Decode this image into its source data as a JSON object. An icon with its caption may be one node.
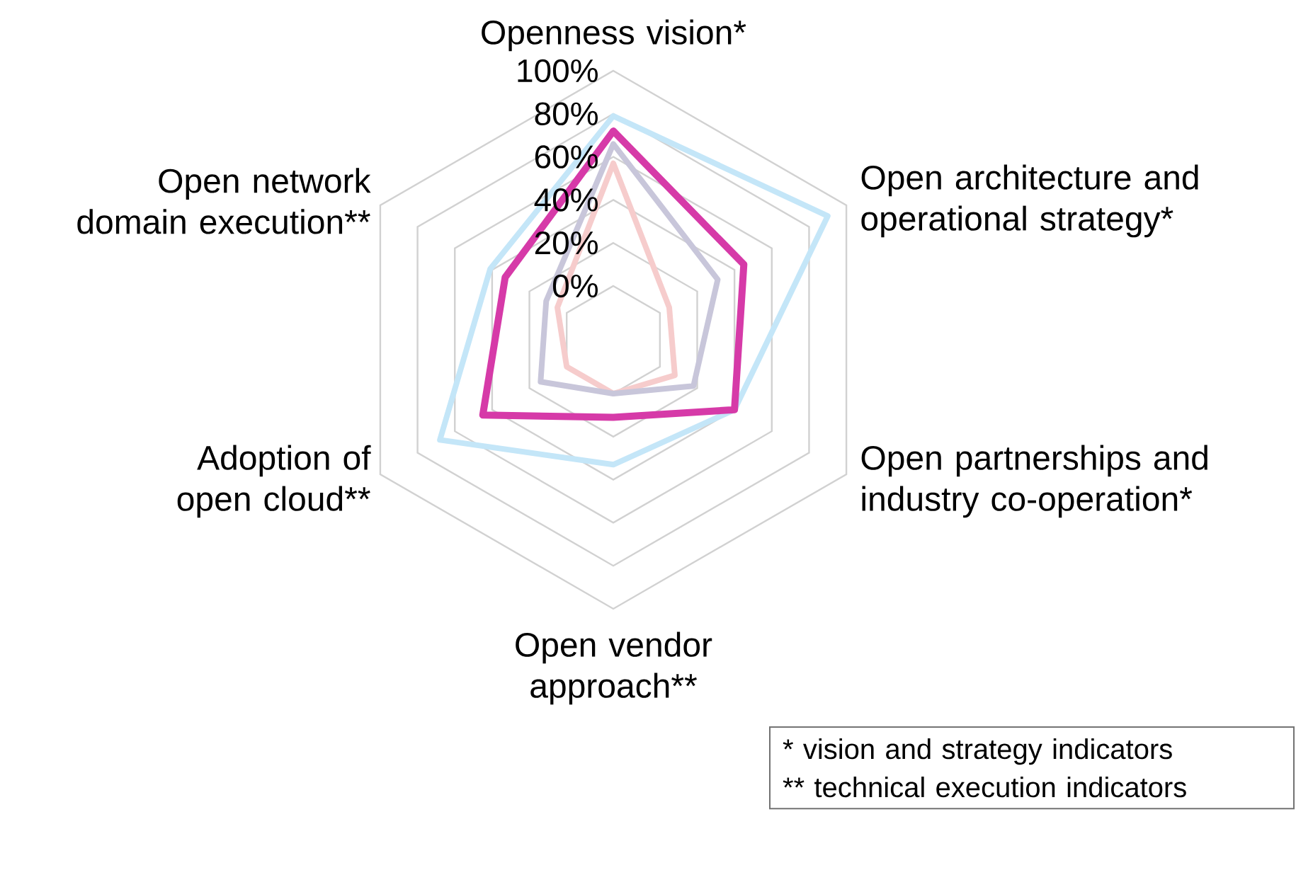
{
  "diagram": {
    "nodes": [
      {
        "text": [
          "* vision and strategy indicators",
          "** technical execution indicators"
        ]
      }
    ],
    "chart_data": {
      "type": "radar",
      "categories": [
        "Openness vision*",
        "Open architecture and operational strategy*",
        "Open partnerships and industry co-operation*",
        "Open vendor approach**",
        "Adoption of open cloud**",
        "Open network domain execution**"
      ],
      "ylim": [
        -25,
        100
      ],
      "yticks": [
        {
          "value": 0,
          "label": "0%"
        },
        {
          "value": 20,
          "label": "20%"
        },
        {
          "value": 40,
          "label": "40%"
        },
        {
          "value": 60,
          "label": "60%"
        },
        {
          "value": 80,
          "label": "80%"
        },
        {
          "value": 100,
          "label": "100%"
        }
      ],
      "series": [
        {
          "color": "#c4e6f8",
          "values": [
            79,
            90,
            40,
            33,
            68,
            41
          ]
        },
        {
          "color": "#f6cccc",
          "values": [
            57,
            5,
            8,
            0,
            0,
            5
          ]
        },
        {
          "color": "#c8c6da",
          "values": [
            66,
            31,
            18,
            0,
            14,
            11
          ]
        },
        {
          "color": "#d63aa8",
          "values": [
            72,
            45,
            40,
            11,
            45,
            33
          ]
        }
      ]
    }
  }
}
